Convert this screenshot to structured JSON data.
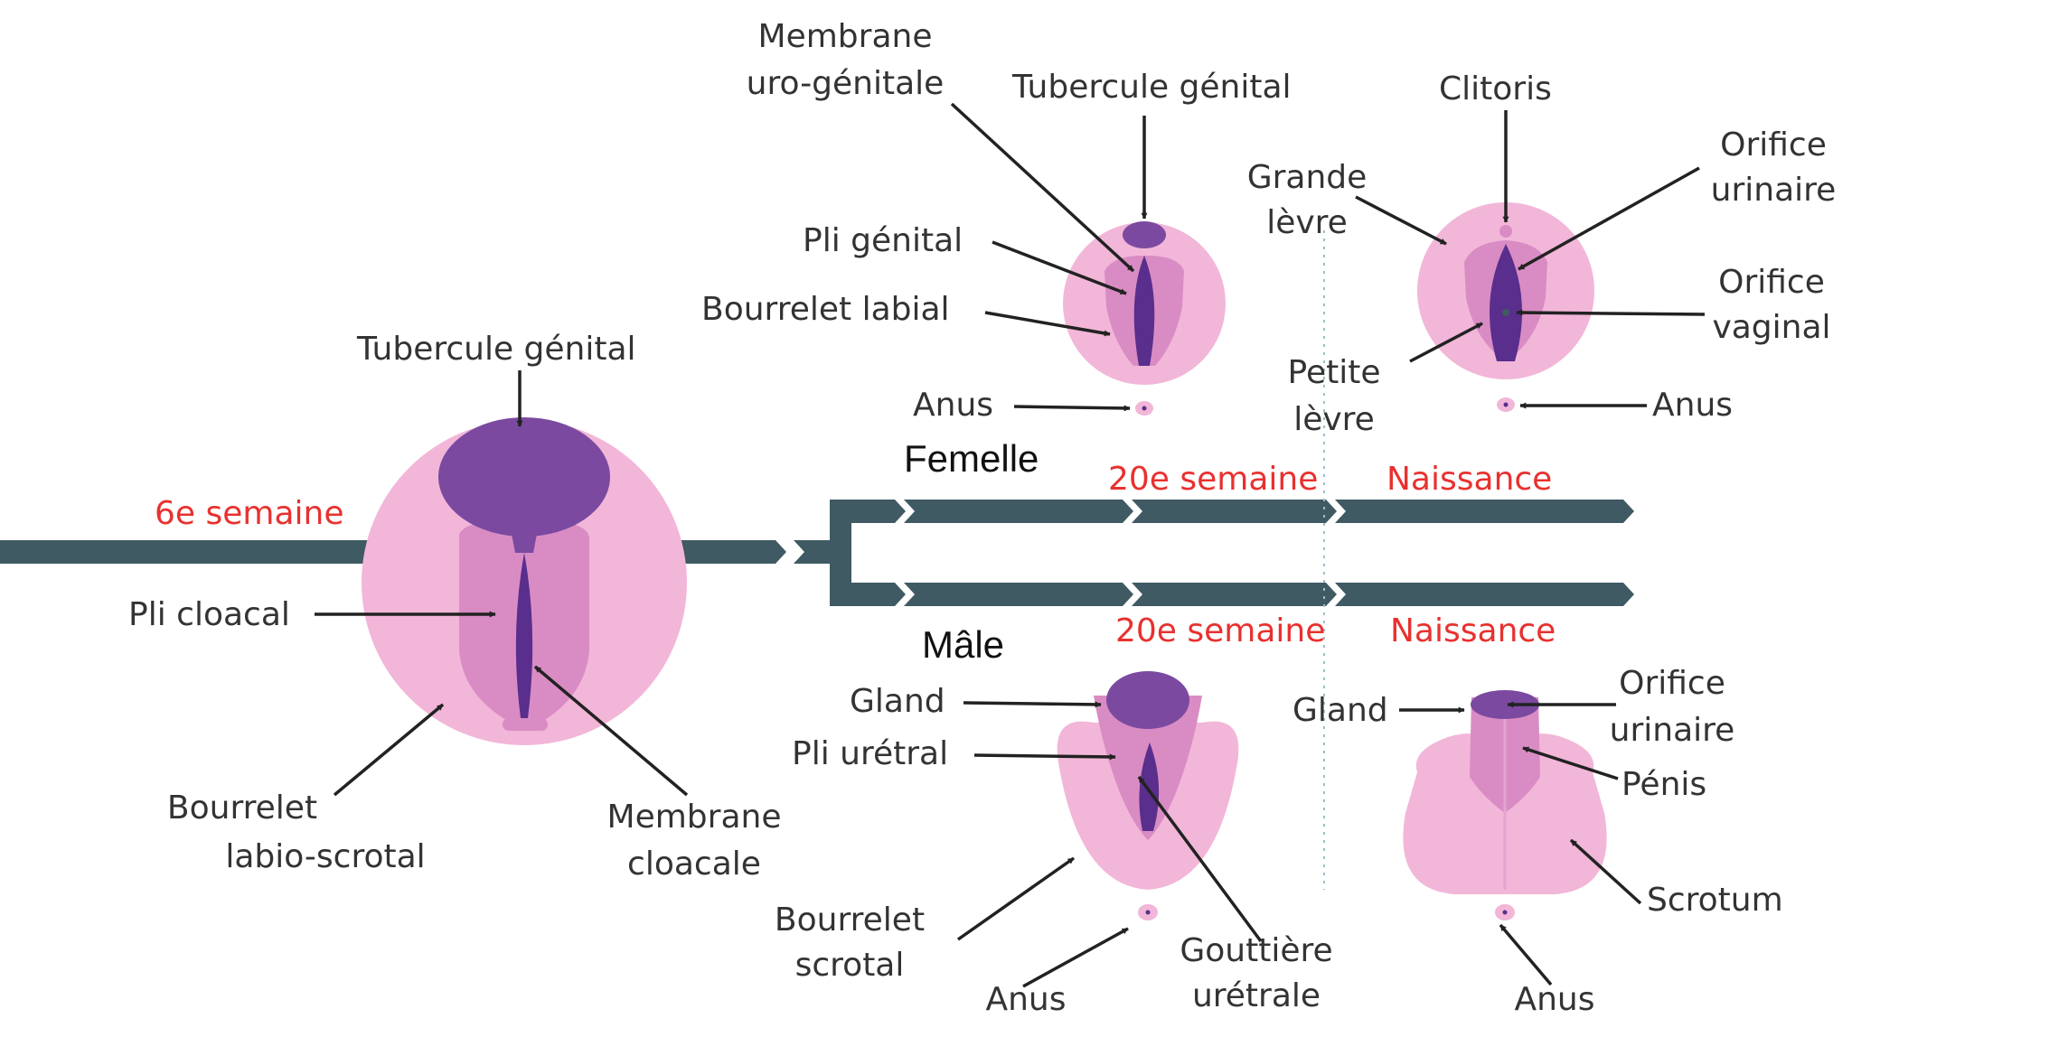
{
  "colors": {
    "outer_pink": "#f2b6d8",
    "mid_pink": "#d98cc4",
    "purple": "#7b4aa0",
    "dark_purple": "#5a2e8c",
    "timeline": "#3f5a63",
    "red_text": "#e8312f",
    "arrow": "#222222"
  },
  "timeline": {
    "week6": "6e semaine",
    "female": {
      "branch": "Femelle",
      "week20": "20e semaine",
      "birth": "Naissance"
    },
    "male": {
      "branch": "Mâle",
      "week20": "20e semaine",
      "birth": "Naissance"
    }
  },
  "indifferent": {
    "tubercle": "Tubercule génital",
    "cloacal_fold": "Pli cloacal",
    "swelling_line1": "Bourrelet",
    "swelling_line2": "labio-scrotal",
    "membrane_line1": "Membrane",
    "membrane_line2": "cloacale"
  },
  "female_20": {
    "membrane_line1": "Membrane",
    "membrane_line2": "uro-génitale",
    "tubercle": "Tubercule génital",
    "genital_fold": "Pli génital",
    "labial_swelling": "Bourrelet labial",
    "anus": "Anus"
  },
  "female_birth": {
    "clitoris": "Clitoris",
    "labia_majora_line1": "Grande",
    "labia_majora_line2": "lèvre",
    "urinary_line1": "Orifice",
    "urinary_line2": "urinaire",
    "vaginal_line1": "Orifice",
    "vaginal_line2": "vaginal",
    "labia_minora_line1": "Petite",
    "labia_minora_line2": "lèvre",
    "anus": "Anus"
  },
  "male_20": {
    "glans": "Gland",
    "urethral_fold": "Pli urétral",
    "swelling_line1": "Bourrelet",
    "swelling_line2": "scrotal",
    "anus": "Anus",
    "groove_line1": "Gouttière",
    "groove_line2": "urétrale"
  },
  "male_birth": {
    "glans": "Gland",
    "urinary_line1": "Orifice",
    "urinary_line2": "urinaire",
    "penis": "Pénis",
    "scrotum": "Scrotum",
    "anus": "Anus"
  }
}
